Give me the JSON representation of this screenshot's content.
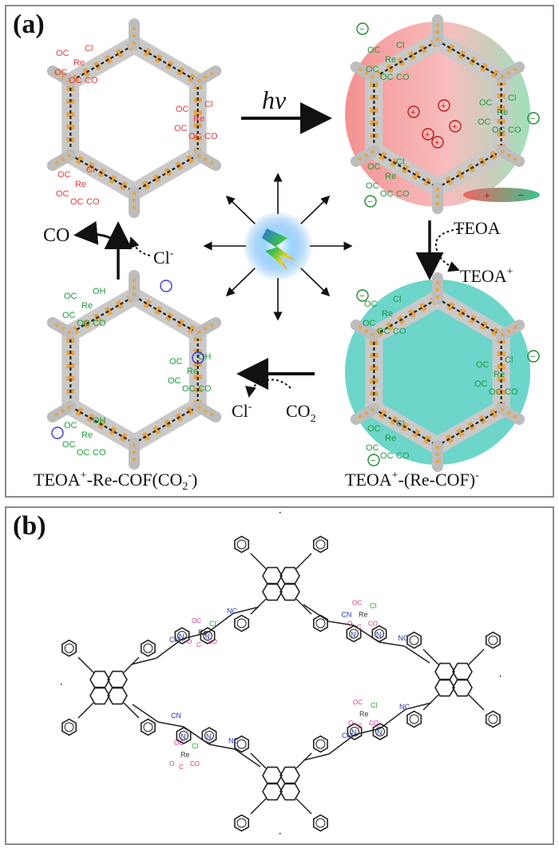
{
  "panel_a": {
    "label": "(a)",
    "light_label": "hv",
    "products": {
      "co": "CO",
      "cl": "Cl",
      "cl_charge": "-"
    },
    "reagents": {
      "teoa": "TEOA",
      "teoa_plus": "TEOA",
      "plus": "+"
    },
    "co2_step": {
      "cl": "Cl",
      "cl_charge": "-",
      "co2": "CO",
      "co2_sub": "2"
    },
    "caption_left": {
      "pre": "TEOA",
      "pre_sup": "+",
      "main": "-Re-COF(CO",
      "sub": "2",
      "sup": "-",
      "post": ")"
    },
    "caption_right": {
      "pre": "TEOA",
      "pre_sup": "+",
      "main": "-(Re-COF)",
      "sup": "-"
    },
    "dipole_plus": "+",
    "dipole_minus": "−",
    "complex_text": {
      "oc": "OC",
      "co": "CO",
      "cl": "Cl",
      "re": "Re",
      "oh": "OH",
      "o": "O"
    },
    "colors": {
      "red": "#e23a3a",
      "green": "#1f9a3a",
      "dark": "#1a1a1a",
      "teal": "#3cc7b8",
      "pink": "#f28c8c"
    }
  },
  "panel_b": {
    "label": "(b)",
    "atoms": {
      "cn": "CN",
      "nc": "NC",
      "n": "N",
      "re": "Re",
      "cl": "Cl",
      "oc": "OC",
      "co": "CO",
      "o": "O",
      "c": "C"
    },
    "colors": {
      "bond": "#222222",
      "n": "#2233bb",
      "cl": "#22aa33",
      "co": "#d0308a",
      "re": "#333333"
    }
  }
}
